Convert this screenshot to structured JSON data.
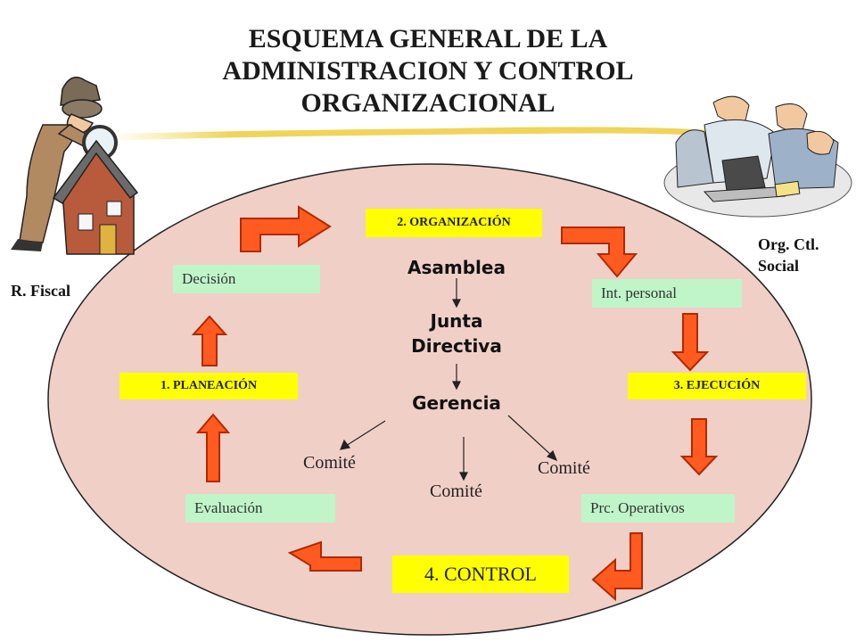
{
  "title": {
    "line1": "ESQUEMA GENERAL DE LA",
    "line2": "ADMINISTRACION Y  CONTROL",
    "line3": "ORGANIZACIONAL"
  },
  "left_label": "R. Fiscal",
  "right_label": {
    "line1": "Org. Ctl.",
    "line2": "Social"
  },
  "cycle": {
    "organizacion": "2. ORGANIZACIÓN",
    "planeacion": "1. PLANEACIÓN",
    "ejecucion": "3. EJECUCIÓN",
    "control": "4. CONTROL",
    "decision": "Decisión",
    "int_personal": "Int. personal",
    "evaluacion": "Evaluación",
    "prc_operativos": "Prc. Operativos"
  },
  "hierarchy": {
    "asamblea": "Asamblea",
    "junta_line1": "Junta",
    "junta_line2": "Directiva",
    "gerencia": "Gerencia",
    "comite_left": "Comité",
    "comite_center": "Comité",
    "comite_right": "Comité"
  },
  "colors": {
    "oval_fill": "#f0cfc7",
    "oval_stroke": "#222222",
    "arrow_fill": "#ff5a1f",
    "arrow_stroke": "#b02a00",
    "green_box": "#bff5c9",
    "yellow_box": "#ffff00"
  },
  "images": {
    "left": "detective-with-magnifier-and-house-clipart",
    "right": "business-team-at-laptop-clipart"
  }
}
